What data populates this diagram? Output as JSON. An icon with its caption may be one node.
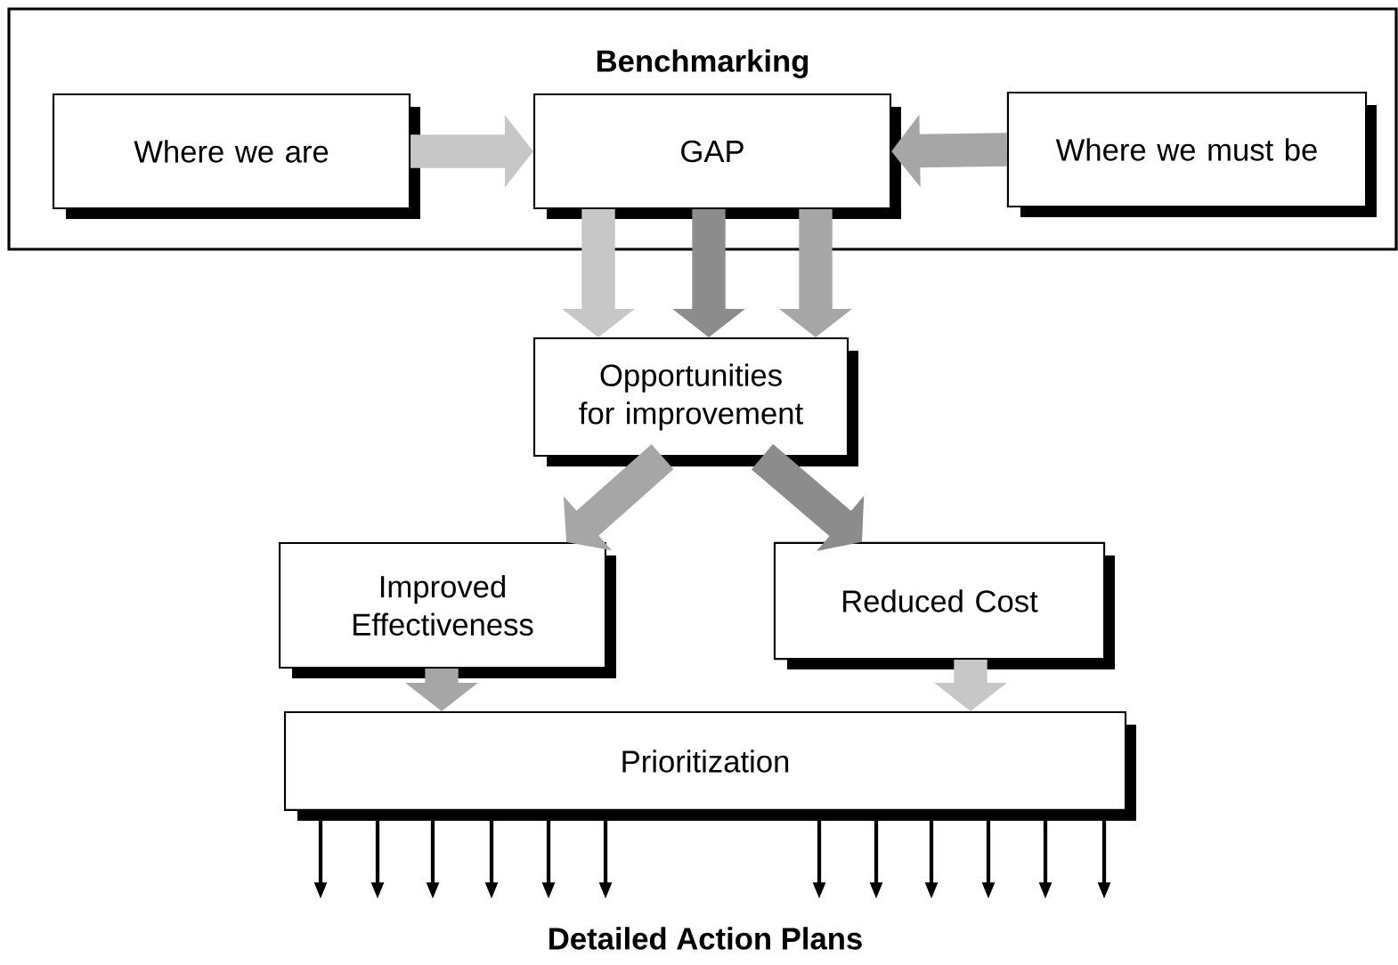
{
  "diagram": {
    "nodes": [
      {
        "text": [
          "Benchmarking"
        ]
      },
      {
        "text": [
          "Where we are"
        ],
        "in": 0
      },
      {
        "text": [
          "GAP"
        ],
        "in": 0
      },
      {
        "text": [
          "Where we must be"
        ],
        "in": 0
      },
      {
        "text": [
          "Opportunities for improvement"
        ]
      },
      {
        "text": [
          "Improved Effectiveness"
        ]
      },
      {
        "text": [
          "Reduced Cost"
        ]
      },
      {
        "text": [
          "Prioritization"
        ]
      }
    ],
    "edges": [
      {
        "from": 1,
        "to": 2,
        "arrow": "to",
        "style": "thick",
        "color": "#c7c7c7"
      },
      {
        "from": 3,
        "to": 2,
        "arrow": "to",
        "style": "thick",
        "color": "#a6a6a6"
      },
      {
        "from": 2,
        "to": 4,
        "arrow": "to",
        "style": "thick",
        "color": "#c7c7c7"
      },
      {
        "from": 2,
        "to": 4,
        "arrow": "to",
        "style": "thick",
        "color": "#8c8c8c"
      },
      {
        "from": 2,
        "to": 4,
        "arrow": "to",
        "style": "thick",
        "color": "#a6a6a6"
      },
      {
        "from": 4,
        "to": 5,
        "arrow": "to",
        "style": "thick",
        "color": "#a6a6a6"
      },
      {
        "from": 4,
        "to": 6,
        "arrow": "to",
        "style": "thick",
        "color": "#8c8c8c"
      },
      {
        "from": 5,
        "to": 7,
        "arrow": "to",
        "style": "thick",
        "color": "#a6a6a6"
      },
      {
        "from": 6,
        "to": 7,
        "arrow": "to",
        "style": "thick",
        "color": "#c7c7c7"
      },
      {
        "from": 7,
        "to": null,
        "arrow": "to"
      },
      {
        "from": 7,
        "to": null,
        "arrow": "to"
      },
      {
        "from": 7,
        "to": null,
        "arrow": "to"
      },
      {
        "from": 7,
        "to": null,
        "arrow": "to"
      },
      {
        "from": 7,
        "to": null,
        "arrow": "to"
      },
      {
        "from": 7,
        "to": null,
        "arrow": "to"
      },
      {
        "from": 7,
        "to": null,
        "arrow": "to"
      },
      {
        "from": 7,
        "to": null,
        "arrow": "to"
      },
      {
        "from": 7,
        "to": null,
        "arrow": "to"
      },
      {
        "from": 7,
        "to": null,
        "arrow": "to"
      },
      {
        "from": 7,
        "to": null,
        "arrow": "to"
      },
      {
        "from": 7,
        "to": null,
        "arrow": "to"
      }
    ],
    "labels": [
      "**Detailed Action Plans**"
    ]
  }
}
